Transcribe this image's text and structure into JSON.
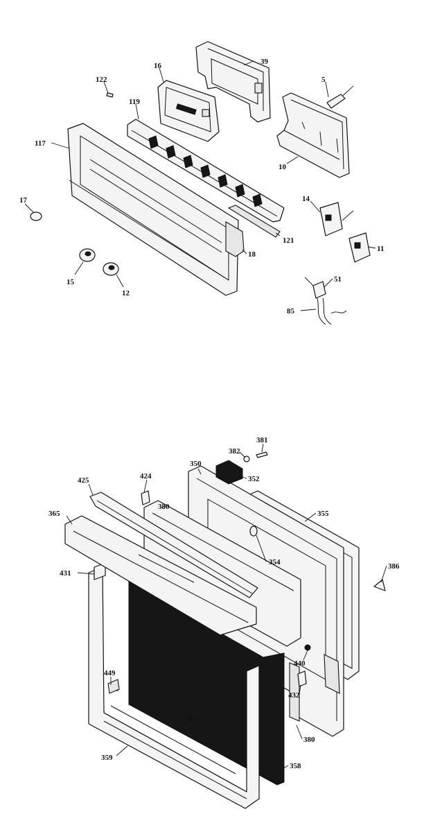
{
  "labels": {
    "p39": "39",
    "p16": "16",
    "p122": "122",
    "p5": "5",
    "p119": "119",
    "p117": "117",
    "p10": "10",
    "p17": "17",
    "p14": "14",
    "p121": "121",
    "p18": "18",
    "p11": "11",
    "p15": "15",
    "p12": "12",
    "p51": "51",
    "p85": "85",
    "p382": "382",
    "p381": "381",
    "p350": "350",
    "p352": "352",
    "p425": "425",
    "p424": "424",
    "p380a": "380",
    "p355": "355",
    "p365": "365",
    "p354": "354",
    "p386": "386",
    "p431": "431",
    "p440": "440",
    "p449": "449",
    "p432": "432",
    "p427": "427",
    "p380b": "380",
    "p359": "359",
    "p358": "358"
  }
}
